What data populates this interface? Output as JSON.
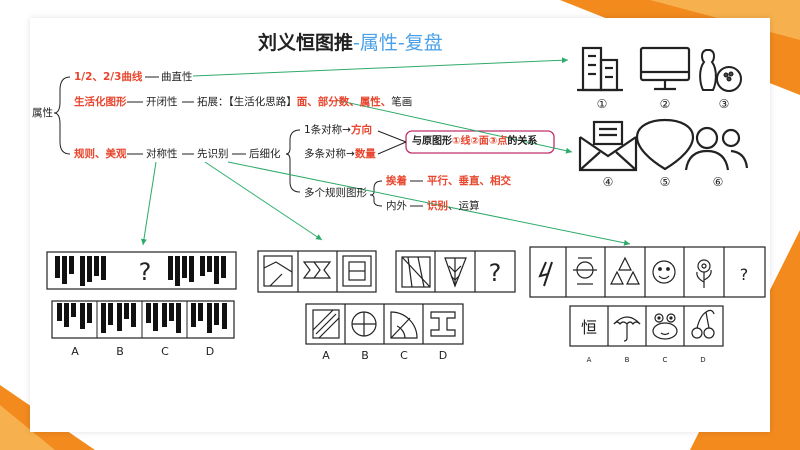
{
  "colors": {
    "accent_orange": "#f28a1e",
    "red_text": "#e8462e",
    "title_blue": "#4aa0e8",
    "arrow_green": "#2eaa6a",
    "box_border": "#c0306a"
  },
  "title": {
    "main": "刘义恒图推",
    "highlight": "-属性-复盘"
  },
  "tree": {
    "root": "属性",
    "branch1": {
      "label": "1/2、2/3曲线",
      "child": "曲直性"
    },
    "branch2": {
      "label": "生活化图形",
      "child": "开闭性",
      "expand_prefix": "拓展：【生活化思路】",
      "expand_items": "面、部分数、属性、",
      "expand_tail": "笔画"
    },
    "branch3": {
      "label": "规则、美观",
      "child": "对称性",
      "step1": "先识别",
      "step2": "后细化",
      "sub1": {
        "prefix": "1条对称→",
        "hl": "方向"
      },
      "sub2": {
        "prefix": "多条对称→",
        "hl": "数量"
      },
      "relation_box": {
        "pre": "与原图形",
        "hl": "①线②面③点",
        "post": "的关系"
      },
      "multi": "多个规则图形",
      "adjacent": {
        "label": "挨着",
        "items": "平行、垂直、相交"
      },
      "inner_outer": {
        "label": "内外",
        "hl": "识别",
        "tail": "、运算"
      }
    }
  },
  "icons": [
    {
      "name": "building-icon",
      "num": "①"
    },
    {
      "name": "monitor-icon",
      "num": "②"
    },
    {
      "name": "bowling-icon",
      "num": "③"
    },
    {
      "name": "envelope-icon",
      "num": "④"
    },
    {
      "name": "balloon-icon",
      "num": "⑤"
    },
    {
      "name": "people-icon",
      "num": "⑥"
    }
  ],
  "puzzle1": {
    "question_mark": "?",
    "options": [
      "A",
      "B",
      "C",
      "D"
    ]
  },
  "puzzle2": {
    "options": [
      "A",
      "B",
      "C",
      "D"
    ]
  },
  "puzzle3": {
    "question_mark": "?"
  },
  "puzzle4": {
    "question_mark": "?",
    "char_option": "恒",
    "options": [
      "A",
      "B",
      "C",
      "D"
    ]
  }
}
